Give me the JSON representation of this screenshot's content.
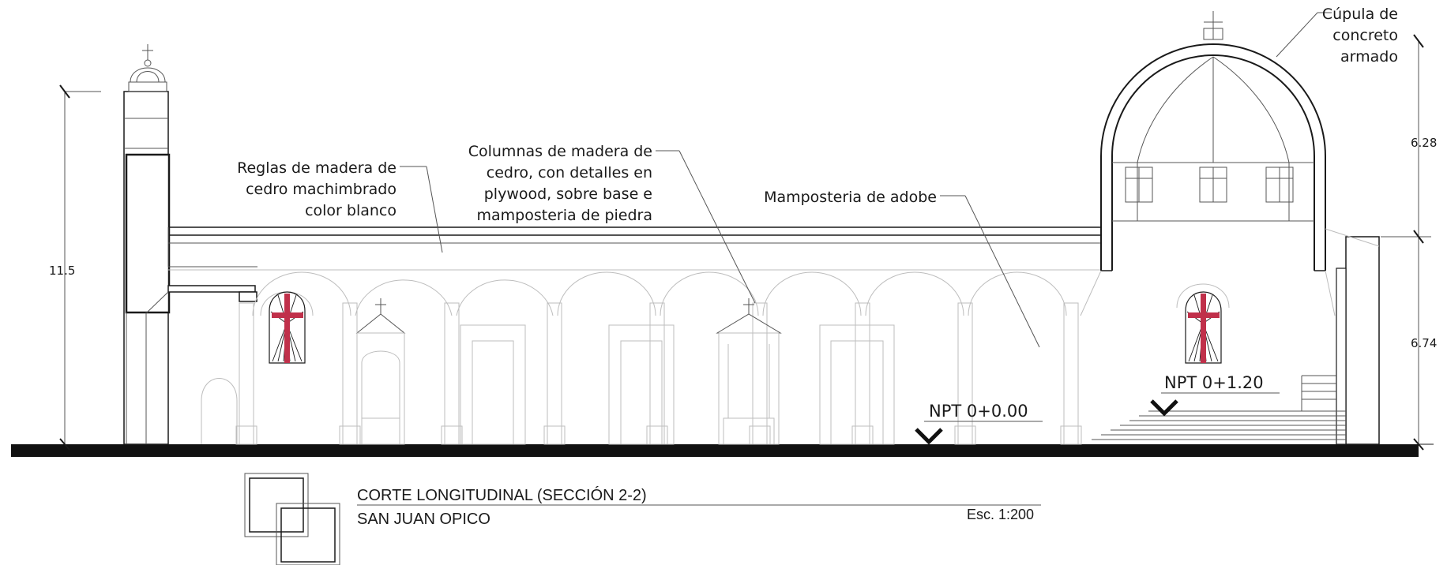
{
  "notes": {
    "cupula": [
      "Cúpula de",
      "concreto",
      "armado"
    ],
    "reglas": [
      "Reglas de madera de",
      "cedro machimbrado",
      "color blanco"
    ],
    "columnas": [
      "Columnas de madera de",
      "cedro, con detalles en",
      "plywood, sobre base e",
      "mamposteria de piedra"
    ],
    "mamposteria": "Mamposteria de adobe"
  },
  "dimensions": {
    "total_height": "11.5",
    "upper": "6.28",
    "lower": "6.74"
  },
  "levels": {
    "npt_nave": "NPT 0+0.00",
    "npt_presbiterio": "NPT 0+1.20"
  },
  "title_block": {
    "title": "CORTE LONGITUDINAL (SECCIÓN 2-2)",
    "subtitle": "SAN JUAN OPICO",
    "scale": "Esc. 1:200"
  },
  "colors": {
    "ink": "#1a1a1a",
    "stained_glass_red": "#c0304a",
    "light_lines": "#bdbdbd"
  }
}
